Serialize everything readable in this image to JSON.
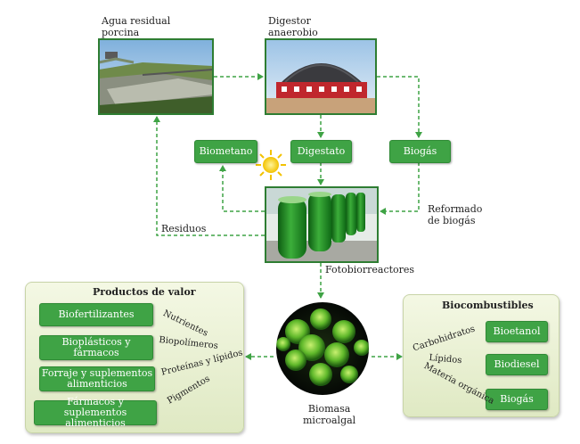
{
  "photos": {
    "wastewater": "Agua residual porcina",
    "wastewater_l1": "Agua residual",
    "wastewater_l2": "porcina",
    "digester_l1": "Digestor",
    "digester_l2": "anaerobio",
    "photobioreactors": "Fotobiorreactores",
    "biomass_l1": "Biomasa",
    "biomass_l2": "microalgal"
  },
  "boxes": {
    "biomethane": "Biometano",
    "digestate": "Digestato",
    "biogas_top": "Biogás"
  },
  "labels": {
    "residues": "Residuos",
    "reforming_l1": "Reformado",
    "reforming_l2": "de biogás"
  },
  "value_products": {
    "title": "Productos de valor",
    "items": [
      {
        "l1": "Biofertilizantes",
        "l2": ""
      },
      {
        "l1": "Bioplásticos y",
        "l2": "fármacos"
      },
      {
        "l1": "Forraje y suplementos",
        "l2": "alimenticios"
      },
      {
        "l1": "Fármacos y suplementos",
        "l2": "alimenticios"
      }
    ],
    "links": [
      "Nutrientes",
      "Biopolímeros",
      "Proteínas y lípidos",
      "Pigmentos"
    ]
  },
  "biofuels": {
    "title": "Biocombustibles",
    "items": [
      "Bioetanol",
      "Biodiesel",
      "Biogás"
    ],
    "links": [
      "Carbohidratos",
      "Lípidos",
      "Materia orgánica"
    ]
  },
  "colors": {
    "green_box": "#3fa345",
    "dashed_arrow": "#3fa345",
    "photo_border": "#2e7d32",
    "panel_bg": "#e9f0d3"
  }
}
